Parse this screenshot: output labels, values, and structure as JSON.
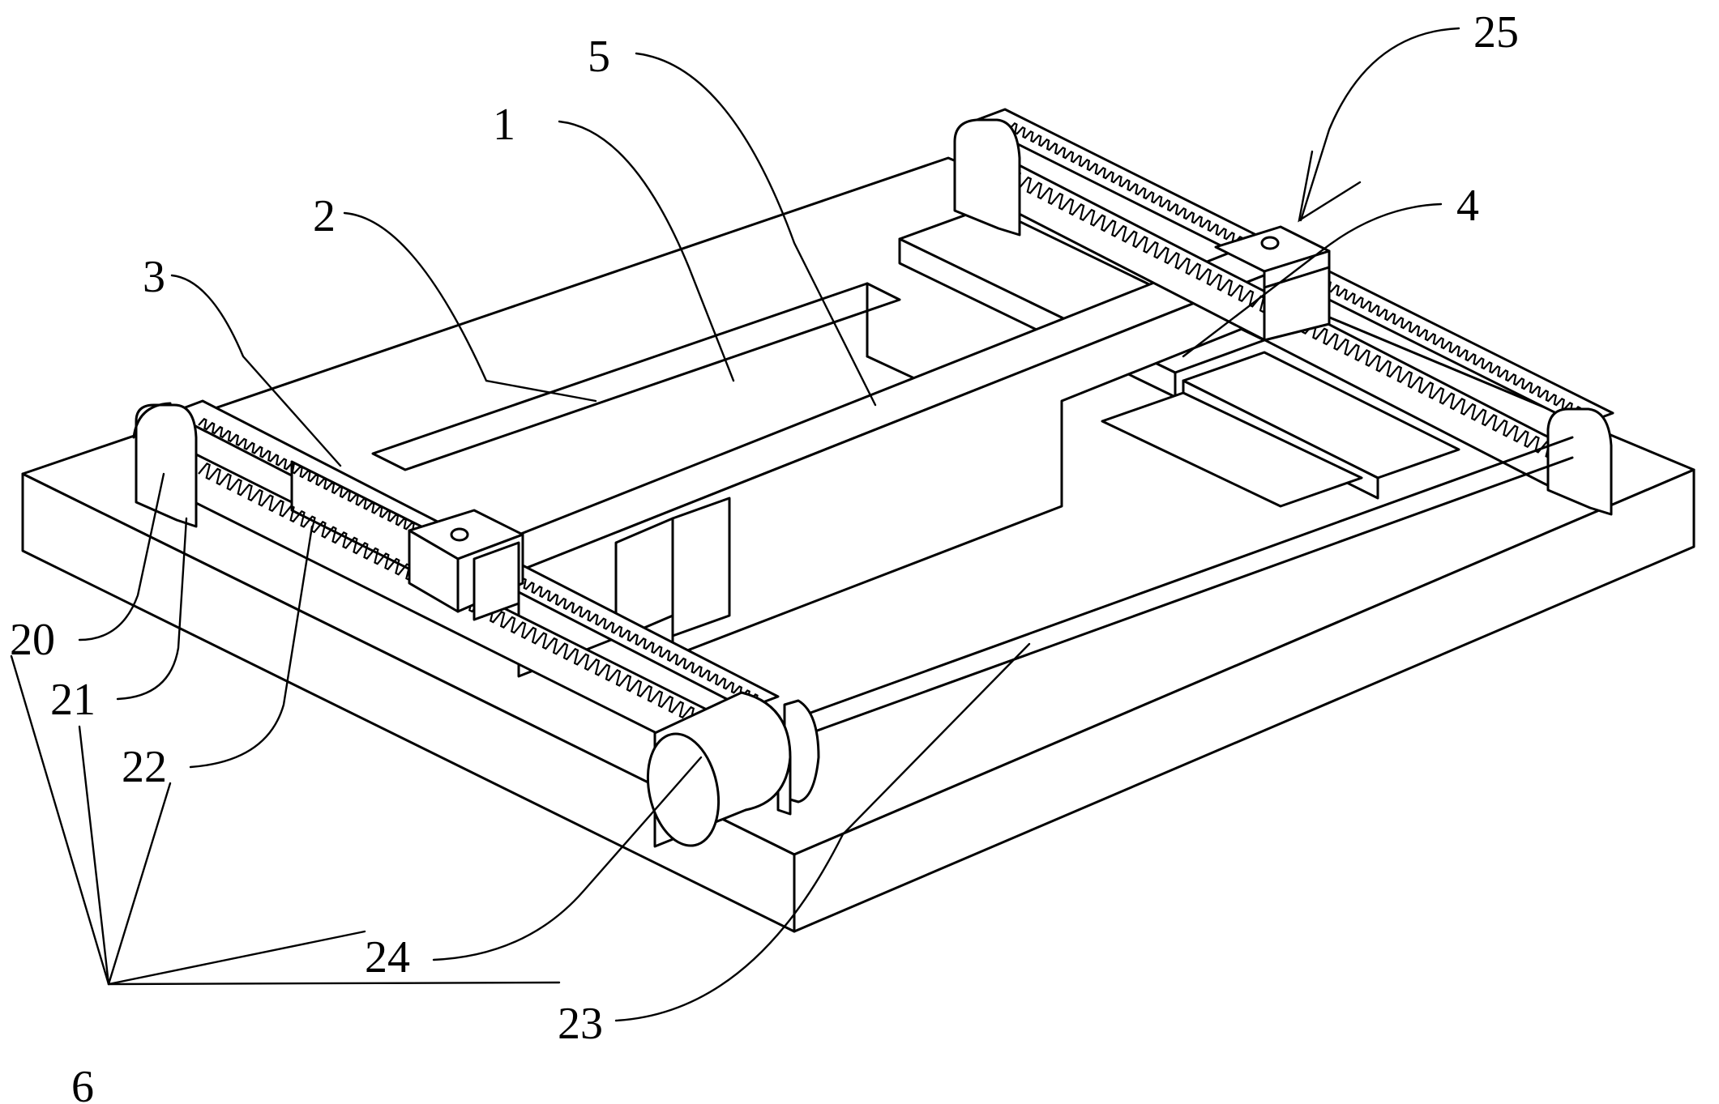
{
  "figure": {
    "type": "patent isometric line drawing",
    "description": "Rack-and-pinion gantry mechanism mounted on a rectangular base plate",
    "line_color": "#000000",
    "background": "#ffffff"
  },
  "labels": [
    {
      "id": "1",
      "text": "1"
    },
    {
      "id": "2",
      "text": "2"
    },
    {
      "id": "3",
      "text": "3"
    },
    {
      "id": "4",
      "text": "4"
    },
    {
      "id": "5",
      "text": "5"
    },
    {
      "id": "6",
      "text": "6"
    },
    {
      "id": "20",
      "text": "20"
    },
    {
      "id": "21",
      "text": "21"
    },
    {
      "id": "22",
      "text": "22"
    },
    {
      "id": "23",
      "text": "23"
    },
    {
      "id": "24",
      "text": "24"
    },
    {
      "id": "25",
      "text": "25"
    }
  ]
}
